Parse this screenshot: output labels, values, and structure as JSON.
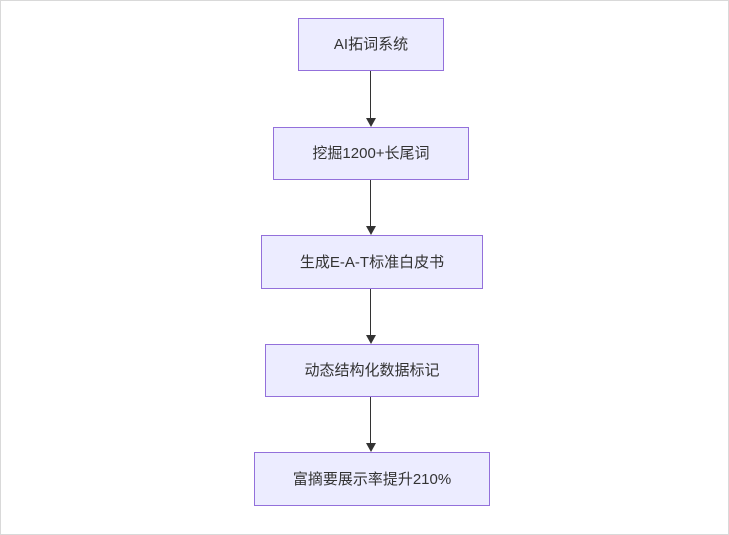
{
  "diagram": {
    "type": "flowchart",
    "direction": "top-down",
    "title": "",
    "nodes": [
      {
        "id": "A",
        "label": "AI拓词系统"
      },
      {
        "id": "B",
        "label": "挖掘1200+长尾词"
      },
      {
        "id": "C",
        "label": "生成E-A-T标准白皮书"
      },
      {
        "id": "D",
        "label": "动态结构化数据标记"
      },
      {
        "id": "E",
        "label": "富摘要展示率提升210%"
      }
    ],
    "edges": [
      {
        "from": "A",
        "to": "B",
        "label": ""
      },
      {
        "from": "B",
        "to": "C",
        "label": ""
      },
      {
        "from": "C",
        "to": "D",
        "label": ""
      },
      {
        "from": "D",
        "to": "E",
        "label": ""
      }
    ],
    "colors": {
      "node_fill": "#ECECFF",
      "node_border": "#9370DB",
      "arrow": "#333333",
      "text": "#333333",
      "background": "#ffffff"
    }
  }
}
